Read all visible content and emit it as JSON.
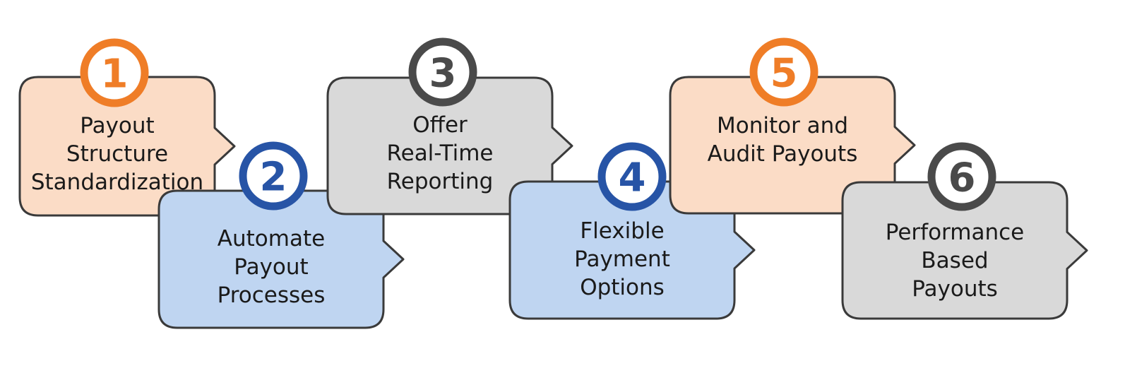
{
  "steps": [
    {
      "number": "1",
      "lines": [
        "Payout",
        "Structure",
        "Standardization"
      ]
    },
    {
      "number": "2",
      "lines": [
        "Automate",
        "Payout",
        "Processes"
      ]
    },
    {
      "number": "3",
      "lines": [
        "Offer",
        "Real-Time",
        "Reporting"
      ]
    },
    {
      "number": "4",
      "lines": [
        "Flexible",
        "Payment",
        "Options"
      ]
    },
    {
      "number": "5",
      "lines": [
        "Monitor and",
        "Audit Payouts"
      ]
    },
    {
      "number": "6",
      "lines": [
        "Performance",
        "Based",
        "Payouts"
      ]
    }
  ],
  "colors": {
    "orange_fill": "#fbdcc6",
    "orange_accent": "#ef7d27",
    "blue_fill": "#bfd5f1",
    "blue_accent": "#2754a6",
    "gray_fill": "#d9d9d9",
    "gray_accent": "#4a4a4a",
    "outline": "#3a3a3a"
  }
}
